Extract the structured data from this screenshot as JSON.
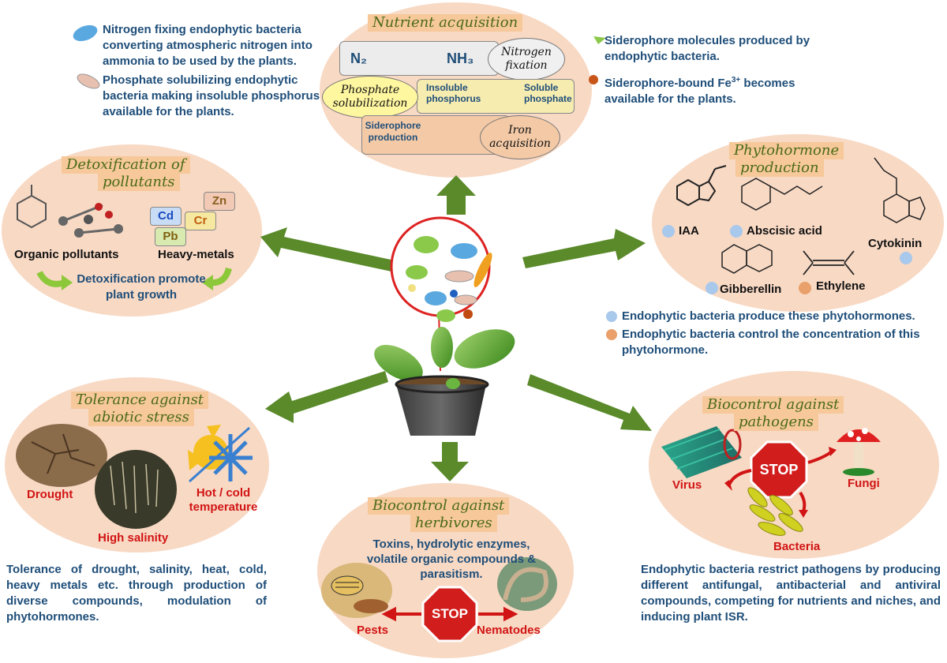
{
  "nutrient": {
    "title": "Nutrient acquisition",
    "n2": "N₂",
    "nh3": "NH₃",
    "nitrogen_fixation": "Nitrogen fixation",
    "phosphate_solubilization": "Phosphate solubilization",
    "insoluble": "Insoluble phosphorus",
    "soluble": "Soluble phosphate",
    "siderophore_production": "Siderophore production",
    "iron_acquisition": "Iron acquisition"
  },
  "legend_top_left": {
    "nitrogen": "Nitrogen fixing endophytic bacteria converting atmospheric nitrogen into ammonia to be used by the plants.",
    "phosphate": "Phosphate solubilizing endophytic bacteria making insoluble phosphorus available for the plants."
  },
  "legend_top_right": {
    "siderophore": "Siderophore molecules produced by endophytic bacteria.",
    "fe_prefix": "Siderophore-bound Fe",
    "fe_sup": "3+",
    "fe_suffix": " becomes available for the plants."
  },
  "detox": {
    "title_line1": "Detoxification of",
    "title_line2": "pollutants",
    "cd": "Cd",
    "zn": "Zn",
    "cr": "Cr",
    "pb": "Pb",
    "organic": "Organic pollutants",
    "heavy": "Heavy-metals",
    "promote": "Detoxification promote plant growth"
  },
  "phyto": {
    "title_line1": "Phytohormone",
    "title_line2": "production",
    "iaa": "IAA",
    "abscisic": "Abscisic acid",
    "cytokinin": "Cytokinin",
    "gibberellin": "Gibberellin",
    "ethylene": "Ethylene",
    "legend_blue": "Endophytic bacteria produce these phytohormones.",
    "legend_orange": "Endophytic bacteria control the concentration of this phytohormone."
  },
  "abiotic": {
    "title_line1": "Tolerance against",
    "title_line2": "abiotic stress",
    "drought": "Drought",
    "hotcold": "Hot / cold temperature",
    "salinity": "High salinity",
    "caption": "Tolerance of drought, salinity, heat, cold, heavy metals etc. through production of diverse compounds, modulation of phytohormones."
  },
  "herbivores": {
    "title_line1": "Biocontrol against",
    "title_line2": "herbivores",
    "desc": "Toxins, hydrolytic enzymes, volatile organic compounds & parasitism.",
    "stop": "STOP",
    "pests": "Pests",
    "nematodes": "Nematodes"
  },
  "pathogens": {
    "title_line1": "Biocontrol against",
    "title_line2": "pathogens",
    "stop": "STOP",
    "virus": "Virus",
    "fungi": "Fungi",
    "bacteria": "Bacteria",
    "caption": "Endophytic bacteria restrict pathogens by producing different antifungal, antibacterial and antiviral compounds, competing for nutrients and niches, and inducing plant ISR."
  },
  "colors": {
    "arrow": "#5a8a2a",
    "oval": "#f8d9c4",
    "header": "#f6c89a",
    "text_blue": "#1f4e79",
    "text_red": "#d11414",
    "stop_red": "#d21d1d",
    "dot_blue": "#a8c8ec",
    "dot_orange": "#e9a06a"
  }
}
